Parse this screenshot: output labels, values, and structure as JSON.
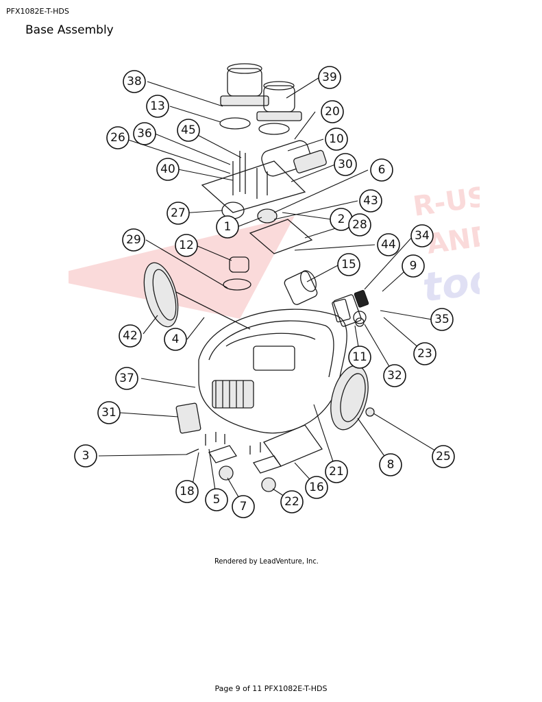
{
  "header": {
    "doc_id": "PFX1082E-T-HDS",
    "title": "Base Assembly"
  },
  "diagram": {
    "callouts": [
      "38",
      "39",
      "13",
      "20",
      "26",
      "36",
      "45",
      "10",
      "40",
      "30",
      "6",
      "27",
      "43",
      "2",
      "1",
      "28",
      "29",
      "12",
      "44",
      "34",
      "9",
      "15",
      "35",
      "42",
      "4",
      "11",
      "23",
      "32",
      "37",
      "31",
      "8",
      "25",
      "3",
      "21",
      "16",
      "18",
      "5",
      "7",
      "22"
    ],
    "watermark": {
      "line1": "R-US",
      "line2": "AND",
      "line3": "too",
      "color": "#e03030"
    }
  },
  "credit": "Rendered by LeadVenture, Inc.",
  "footer": "Page 9 of 11 PFX1082E-T-HDS"
}
